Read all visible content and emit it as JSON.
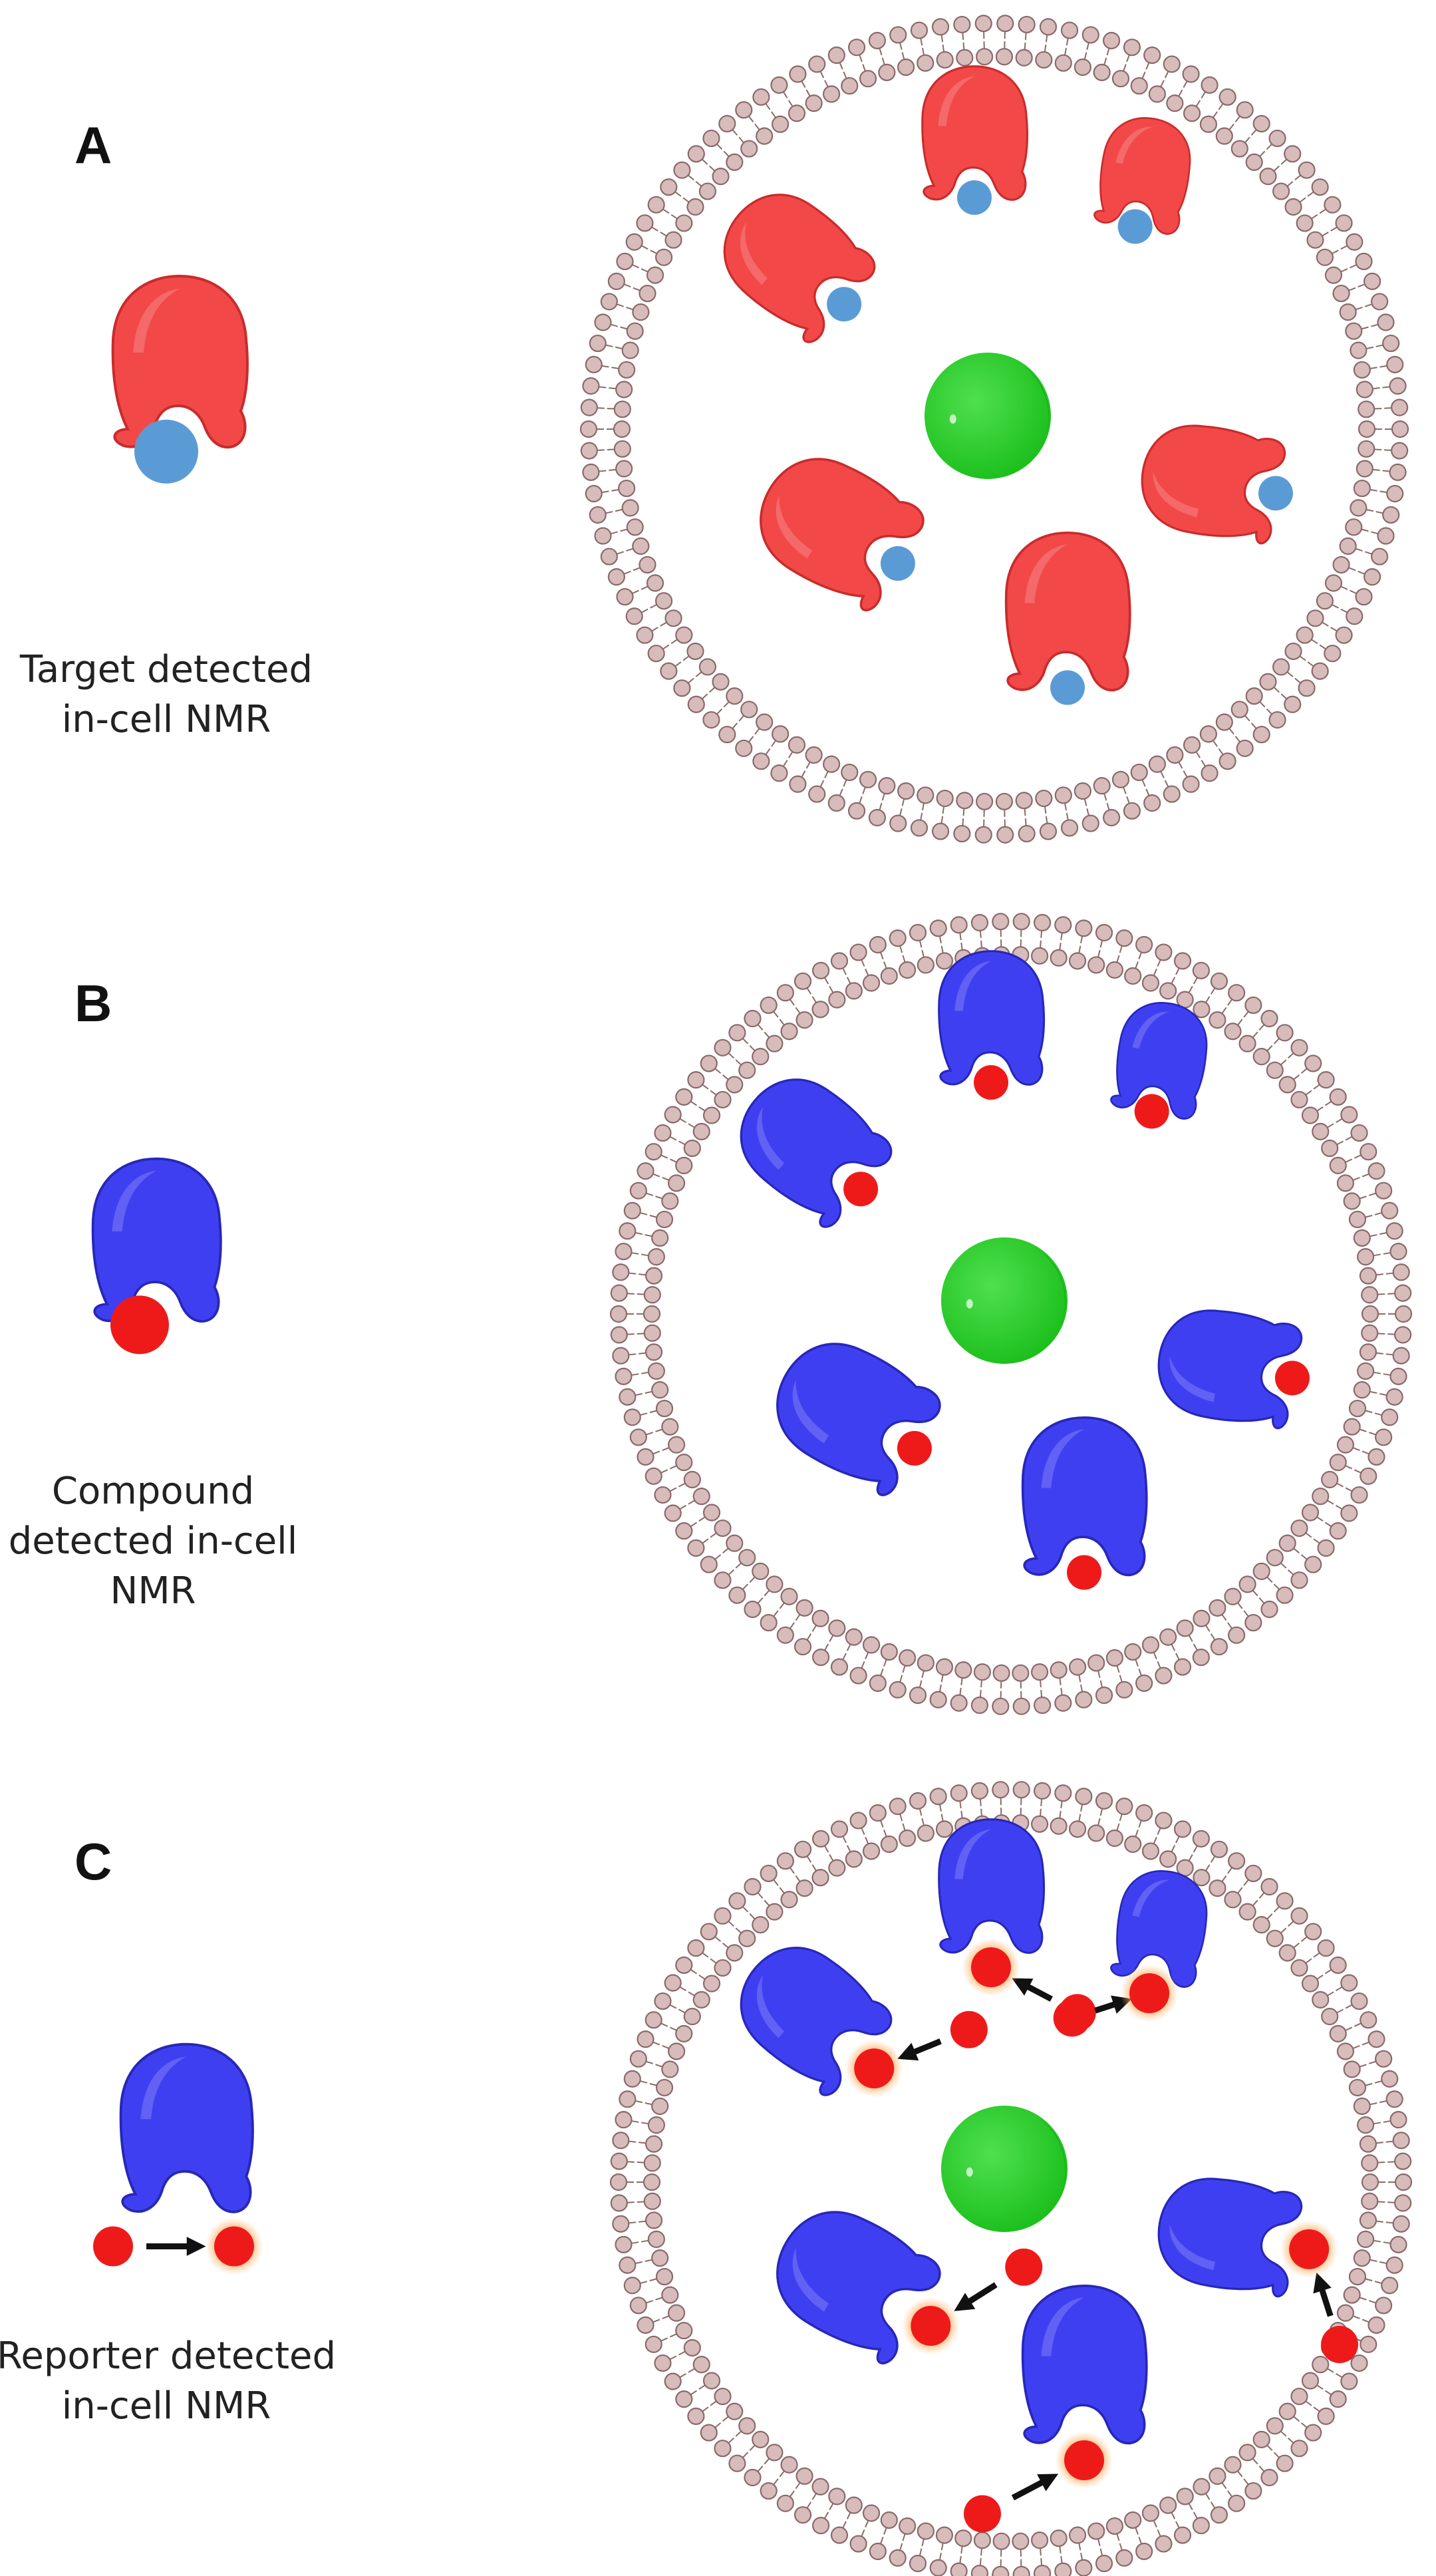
{
  "panels": [
    {
      "letter": "A",
      "caption_lines": [
        "Target detected",
        "in-cell NMR"
      ],
      "protein_color": "#f24848",
      "protein_shade": "#c82c2c",
      "ligand_color": "#5b9bd5",
      "ligand_style": "plain"
    },
    {
      "letter": "B",
      "caption_lines": [
        "Compound",
        "detected in-cell",
        "NMR"
      ],
      "protein_color": "#3f3ff2",
      "protein_shade": "#2727b8",
      "ligand_color": "#ee1a1a",
      "ligand_style": "plain"
    },
    {
      "letter": "C",
      "caption_lines": [
        "Reporter detected",
        "in-cell NMR"
      ],
      "protein_color": "#3f3ff2",
      "protein_shade": "#2727b8",
      "ligand_color": "#ee1a1a",
      "ligand_style": "reporter-arrow"
    }
  ],
  "colors": {
    "membrane_head": "#d8bcbc",
    "membrane_outline": "#8a6a6a",
    "nucleus": "#22cc22",
    "nucleus_shade": "#128a12",
    "arrow": "#111111",
    "glow": "#ff9a40"
  }
}
